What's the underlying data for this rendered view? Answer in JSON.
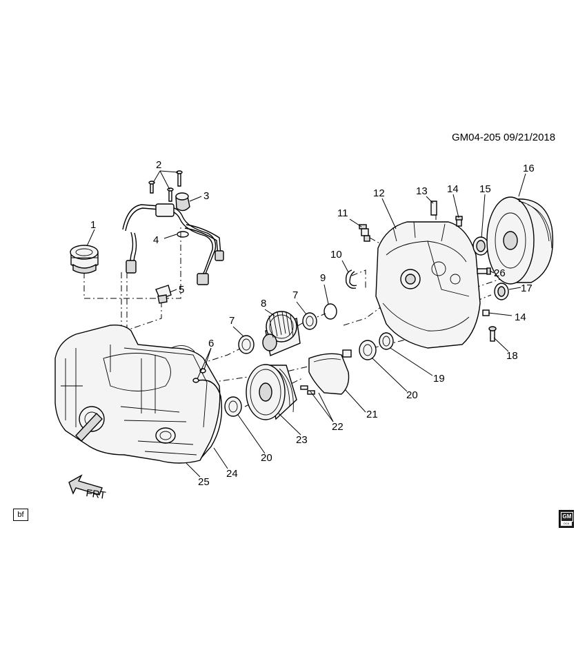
{
  "drawing_id": "GM04-205  09/21/2018",
  "corner_tag": "bf",
  "front_arrow_label": "FRT",
  "logo": {
    "main": "GM",
    "sub": "OCA"
  },
  "callouts": [
    "1",
    "2",
    "3",
    "4",
    "5",
    "6",
    "7",
    "7",
    "8",
    "9",
    "10",
    "11",
    "12",
    "13",
    "14",
    "14",
    "15",
    "16",
    "17",
    "18",
    "19",
    "20",
    "20",
    "21",
    "22",
    "23",
    "24",
    "25",
    "26"
  ]
}
